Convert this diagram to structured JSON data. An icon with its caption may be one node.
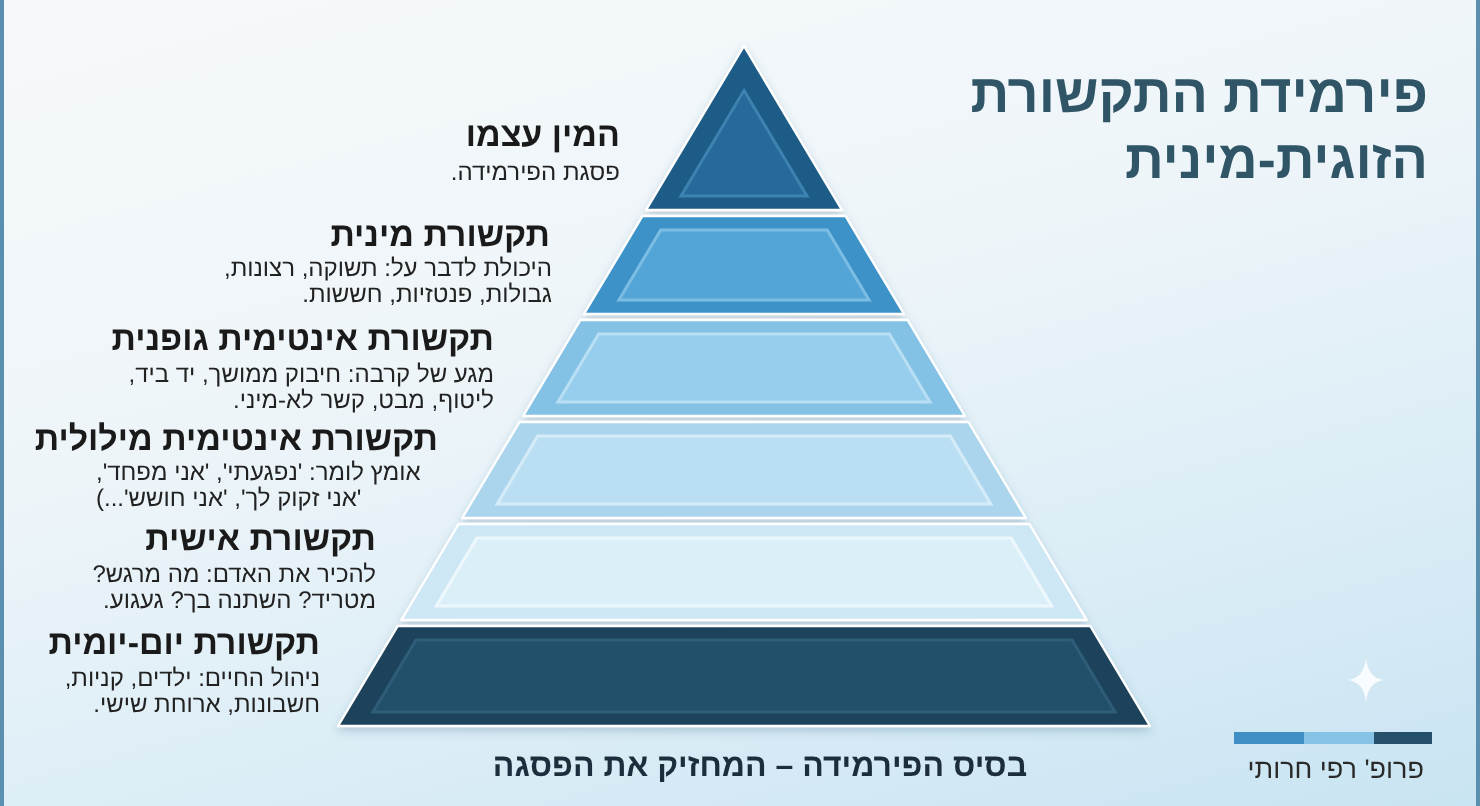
{
  "diagram": {
    "title": "פירמידת התקשורת הזוגית-מינית",
    "caption": "בסיס הפירמידה – המחזיק את הפסגה",
    "nodes": [
      {
        "text": [],
        "shape": "triangle",
        "beside": [
          "המין עצמו",
          "פסגת הפירמידה."
        ]
      },
      {
        "text": [],
        "shape": "trapezoid",
        "beside": [
          "תקשורת מינית",
          "היכולת לדבר על: תשוקה, רצונות, גבולות, פנטזיות, חששות."
        ]
      },
      {
        "text": [],
        "shape": "trapezoid",
        "beside": [
          "תקשורת אינטימית גופנית",
          "מגע של קרבה: חיבוק ממושך, יד ביד, ליטוף, מבט, קשר לא-מיני."
        ]
      },
      {
        "text": [],
        "shape": "trapezoid",
        "beside": [
          "תקשורת אינטימית מילולית",
          "אומץ לומר: 'נפגעתי', 'אני מפחד', 'אני זקוק לך', 'אני חושש'...)"
        ]
      },
      {
        "text": [],
        "shape": "trapezoid",
        "beside": [
          "תקשורת אישית",
          "להכיר את האדם: מה מרגש? מטריד? השתנה בך? געגוע."
        ]
      },
      {
        "text": [],
        "shape": "trapezoid",
        "beside": [
          "תקשורת יום-יומית",
          "ניהול החיים: ילדים, קניות, חשבונות, ארוחת שישי."
        ]
      }
    ],
    "labels": [
      "פרופ' רפי חרותי"
    ]
  }
}
